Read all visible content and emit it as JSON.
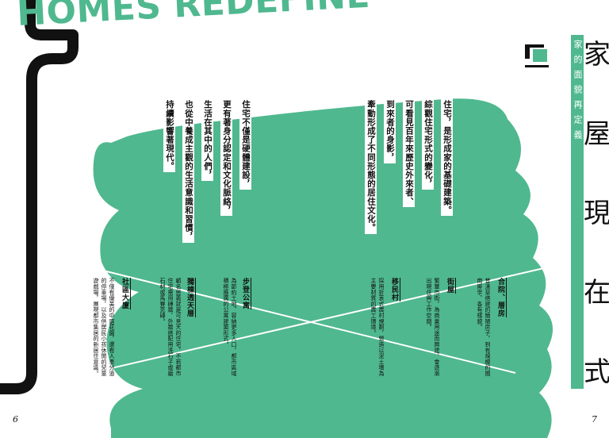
{
  "headline": "HOMES REDEFINE",
  "colors": {
    "accent": "#4fb88f",
    "ink": "#111111"
  },
  "logo_icon": "house-roof-icon",
  "tag_vertical": "家的面貌再定義",
  "big_title_chars": [
    "家",
    "屋",
    "現",
    "在",
    "式"
  ],
  "intro_columns": [
    "住宅，是形成家的基礎建築。",
    "綜觀住宅形式的變化，",
    "可看見百年來歷史外來者、",
    "到來者的身影，",
    "牽動形成了不同形態的居住文化。",
    "住宅不僅是硬體建設，",
    "更有著身分認定和文化脈絡，",
    "生活在其中的人們，",
    "也從中養成主觀的生活意識和習慣，",
    "持續影響著現代。"
  ],
  "sections": [
    {
      "title": "合院、厝房",
      "body": "昔漢草搭建的簡陋房子，到有規模的閩南屋宇，各有樣貌。"
    },
    {
      "title": "街屋",
      "body": "繁華市街，為商業用途而興建，會逐漸出現住與工作空間。"
    },
    {
      "title": "移民村",
      "body": "採用折衷式農村規劃，營造以泥土墻為主要材質的農工環境。"
    },
    {
      "title": "步登公寓",
      "body": "為節約土地、容納更多人口，都市區域積極推廣的公寓建築形式。"
    },
    {
      "title": "獨棟透天厝",
      "body": "顧名思義就是可見天的住宅，不若都市住宅需用磚牆，外牆搭配用洗石子或磨石材或馬賽克磚。"
    },
    {
      "title": "社區大廈",
      "body": "不僅有優美的中庭花園，還有人車分道的停車場，以及供居民小孩休閒的兒童遊戲場，展現都市集居的新居住意識。"
    }
  ],
  "page_numbers": [
    "6",
    "7"
  ]
}
